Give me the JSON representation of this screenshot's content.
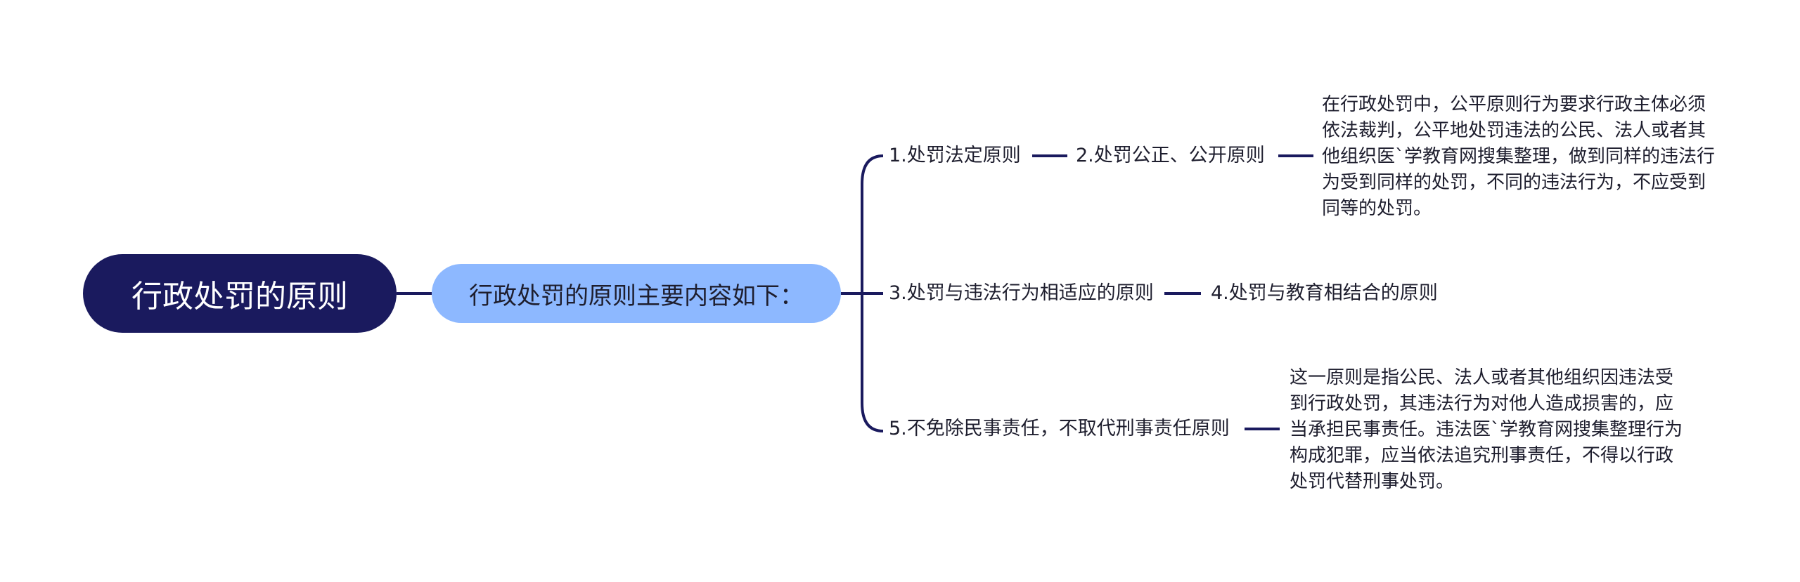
{
  "mindmap": {
    "root": "行政处罚的原则",
    "sub": "行政处罚的原则主要内容如下：",
    "branches": [
      {
        "label": "1.处罚法定原则",
        "child": "2.处罚公正、公开原则",
        "note": "在行政处罚中，公平原则行为要求行政主体必须依法裁判，公平地处罚违法的公民、法人或者其他组织医`学教育网搜集整理，做到同样的违法行为受到同样的处罚，不同的违法行为，不应受到同等的处罚。"
      },
      {
        "label": "3.处罚与违法行为相适应的原则",
        "child": "4.处罚与教育相结合的原则"
      },
      {
        "label": "5.不免除民事责任，不取代刑事责任原则",
        "note": "这一原则是指公民、法人或者其他组织因违法受到行政处罚，其违法行为对他人造成损害的，应当承担民事责任。违法医`学教育网搜集整理行为构成犯罪，应当依法追究刑事责任，不得以行政处罚代替刑事处罚。"
      }
    ]
  },
  "colors": {
    "root_bg": "#1a1a5e",
    "sub_bg": "#8db8ff",
    "connector": "#1a1a5e",
    "text": "#1e1e2e"
  }
}
